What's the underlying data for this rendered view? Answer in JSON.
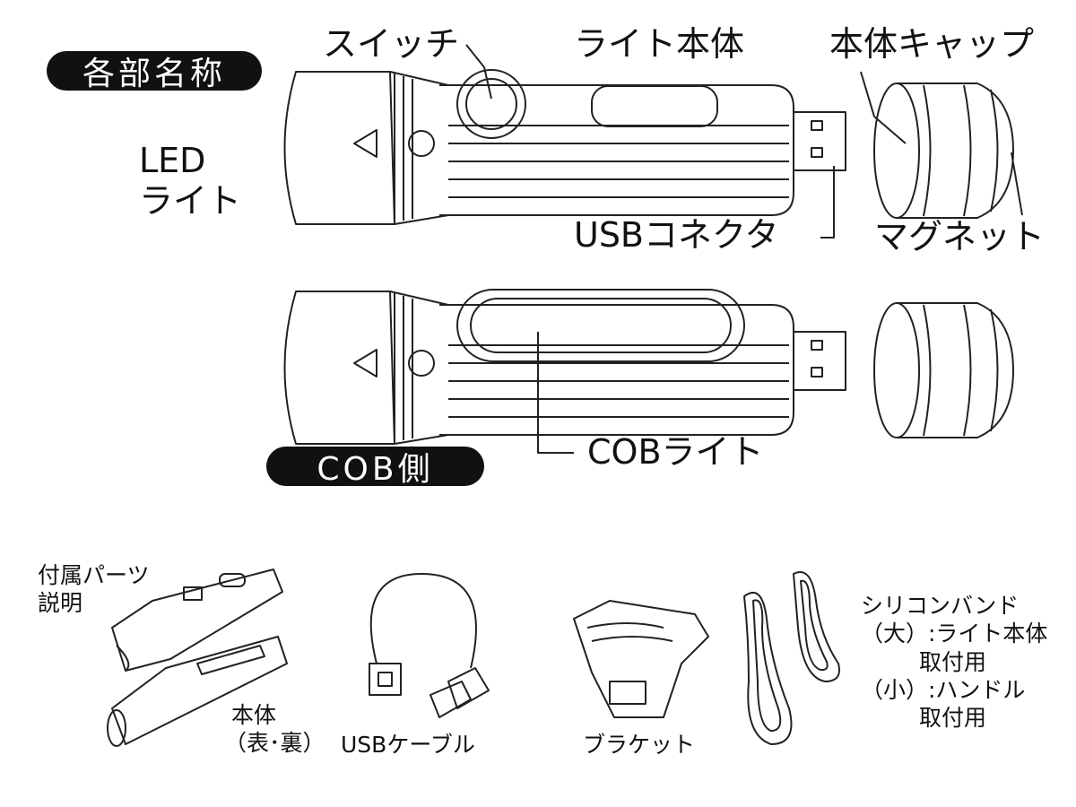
{
  "section_labels": {
    "parts_names": "各部名称",
    "cob_side": "COB側"
  },
  "callouts": {
    "switch": "スイッチ",
    "light_body": "ライト本体",
    "body_cap": "本体キャップ",
    "led_light_line1": "LED",
    "led_light_line2": "ライト",
    "usb_connector": "USBコネクタ",
    "magnet": "マグネット",
    "cob_light": "COBライト"
  },
  "accessories": {
    "heading_line1": "付属パーツ",
    "heading_line2": "説明",
    "body_line1": "本体",
    "body_line2": "（表･裏）",
    "usb_cable": "USBケーブル",
    "bracket": "ブラケット",
    "band_line1": "シリコンバンド",
    "band_line2": "（大）:ライト本体",
    "band_line3": "取付用",
    "band_line4": "（小）:ハンドル",
    "band_line5": "取付用"
  }
}
